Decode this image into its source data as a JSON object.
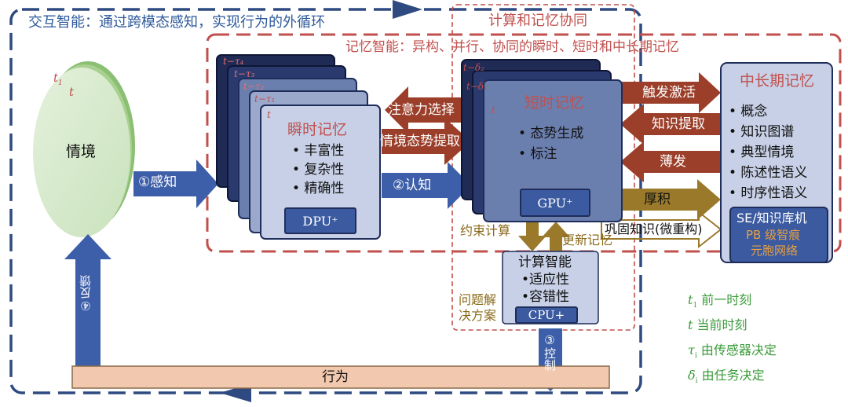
{
  "interaction": {
    "title": "交互智能：通过跨模态感知，实现行为的外循环"
  },
  "memory": {
    "title": "记忆智能：异构、并行、协同的瞬时、短时和中长期记忆"
  },
  "collab": {
    "title": "计算和记忆协同"
  },
  "situation": {
    "label": "情境",
    "t1": "t",
    "t1_sub": "1",
    "t": "t"
  },
  "perception": {
    "label": "①感知"
  },
  "instant": {
    "title": "瞬时记忆",
    "items": [
      "• 丰富性",
      "• 复杂性",
      "• 精确性"
    ],
    "chip": "DPU⁺",
    "tau4": "t−τ₄",
    "tau3": "t−τ₃",
    "tau2": "t−τ₂",
    "tau1": "t−τ₁",
    "t": "t"
  },
  "attention": {
    "label": "注意力选择"
  },
  "sa_extract": {
    "label": "情境态势提取"
  },
  "cognition": {
    "label": "②认知"
  },
  "short": {
    "title": "短时记忆",
    "items": [
      "• 态势生成",
      "• 标注"
    ],
    "chip": "GPU⁺",
    "d2": "t−δ₂",
    "d1": "t−δ₁",
    "t": "t"
  },
  "trigger": {
    "label": "触发激活"
  },
  "retrieve": {
    "label": "知识提取"
  },
  "thin": {
    "label": "薄发"
  },
  "accumulate": {
    "label": "厚积"
  },
  "consolidate": {
    "label": "巩固知识(微重构)"
  },
  "long": {
    "title": "中长期记忆",
    "items": [
      "• 概念",
      "• 知识图谱",
      "• 典型情境",
      "• 陈述性语义",
      "• 时序性语义"
    ],
    "se": "SE/知识库机",
    "pb": "PB 级智痕",
    "net": "元胞网络"
  },
  "constraint": {
    "label": "约束计算"
  },
  "update": {
    "label": "更新记忆"
  },
  "compute": {
    "title": "计算智能",
    "items": [
      "•适应性",
      "•容错性"
    ],
    "chip": "CPU+"
  },
  "solution": {
    "line1": "问题解",
    "line2": "决方案"
  },
  "control": {
    "label": "③控制"
  },
  "feedback": {
    "label": "④反馈"
  },
  "behavior": {
    "label": "行为"
  },
  "legend": [
    {
      "sym": "t",
      "sub": "1",
      "text": "前一时刻"
    },
    {
      "sym": "t",
      "sub": "",
      "text": "当前时刻"
    },
    {
      "sym": "τ",
      "sub": "i",
      "text": "由传感器决定"
    },
    {
      "sym": "δ",
      "sub": "i",
      "text": "由任务决定"
    }
  ],
  "colors": {
    "interaction_border": "#2e4a80",
    "memory_border": "#c0504d",
    "arrow_blue": "#3d5ea8",
    "arrow_brown": "#9b3f2a",
    "arrow_gold": "#9a7a2a",
    "card_light": "#c7d0e6",
    "legend_green": "#3a9b3a"
  }
}
